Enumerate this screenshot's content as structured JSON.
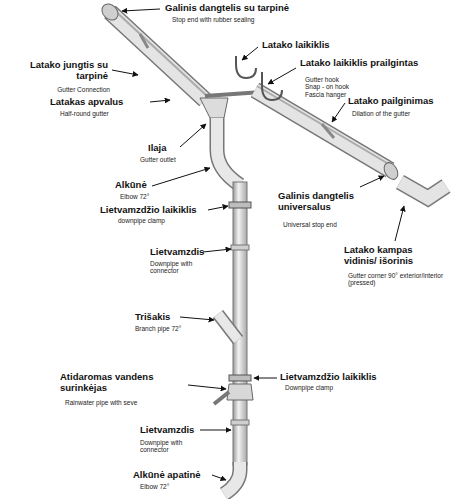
{
  "diagram": {
    "labels": [
      "Galinis dangtelis su tarpinė",
      "Stop end with rubber sealing",
      "Latako laikiklis",
      "Latako jungtis su tarpinė",
      "Gutter Connection",
      "Latako laikiklis prailgintas",
      "Gutter hook Snap - on hook Fascia hanger",
      "Latakas apvalus",
      "Half-round gutter",
      "Latako pailginimas",
      "Dilation of the gutter",
      "Ilaja",
      "Gutter outlet",
      "Alkūnė",
      "Elbow 72°",
      "Lietvamzdžio laikiklis",
      "downpipe clamp",
      "Galinis dangtelis universalus",
      "Universal stop end",
      "Lietvamzdis",
      "Downpipe with connector",
      "Latako kampas vidinis/ išorinis",
      "Gutter corner 90° exterior/interior (pressed)",
      "Trišakis",
      "Branch pipe 72°",
      "Atidaromas vandens surinkėjas",
      "Rainwater pipe with seve",
      "Lietvamzdžio laikiklis",
      "Downpipe clamp",
      "Lietvamzdis",
      "Downpipe with connector",
      "Alkūnė apatinė",
      "Elbow 72°"
    ]
  }
}
